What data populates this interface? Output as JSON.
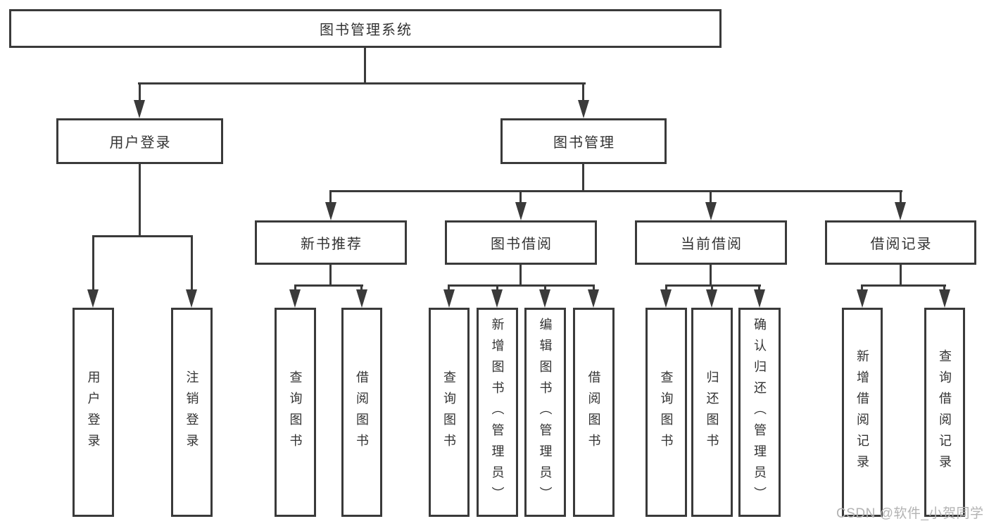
{
  "diagram": {
    "root": {
      "label": "图书管理系统"
    },
    "level2": [
      {
        "label": "用户登录"
      },
      {
        "label": "图书管理"
      }
    ],
    "level3": [
      {
        "label": "新书推荐"
      },
      {
        "label": "图书借阅"
      },
      {
        "label": "当前借阅"
      },
      {
        "label": "借阅记录"
      }
    ],
    "leaves": {
      "login": [
        "用户登录",
        "注销登录"
      ],
      "recommend": [
        "查询图书",
        "借阅图书"
      ],
      "borrow": [
        "查询图书",
        "新增图书（管理员）",
        "编辑图书（管理员）",
        "借阅图书"
      ],
      "current": [
        "查询图书",
        "归还图书",
        "确认归还（管理员）"
      ],
      "records": [
        "新增借阅记录",
        "查询借阅记录"
      ]
    },
    "colors": {
      "line": "#3a3a3a",
      "text": "#333333",
      "background": "#ffffff",
      "watermark": "#b3b3b3"
    },
    "watermark": {
      "text": "CSDN @软件_小贺同学"
    }
  }
}
